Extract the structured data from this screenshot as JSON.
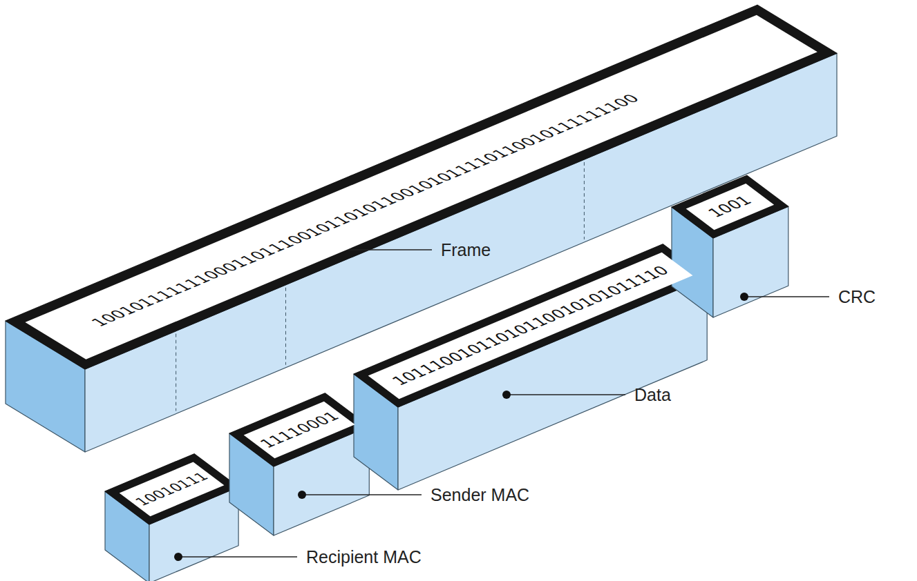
{
  "diagram": {
    "nodes": [
      {
        "text": [
          "1001011111110001101110010110101100101011110110010111111100"
        ]
      },
      {
        "text": [
          "10010111"
        ]
      },
      {
        "text": [
          "11110001"
        ]
      },
      {
        "text": [
          "10111001011010110010101011110"
        ]
      },
      {
        "text": [
          "1001"
        ]
      }
    ],
    "labels": [
      "Frame",
      "Data",
      "CRC",
      "Sender MAC",
      "Recipient MAC"
    ]
  }
}
